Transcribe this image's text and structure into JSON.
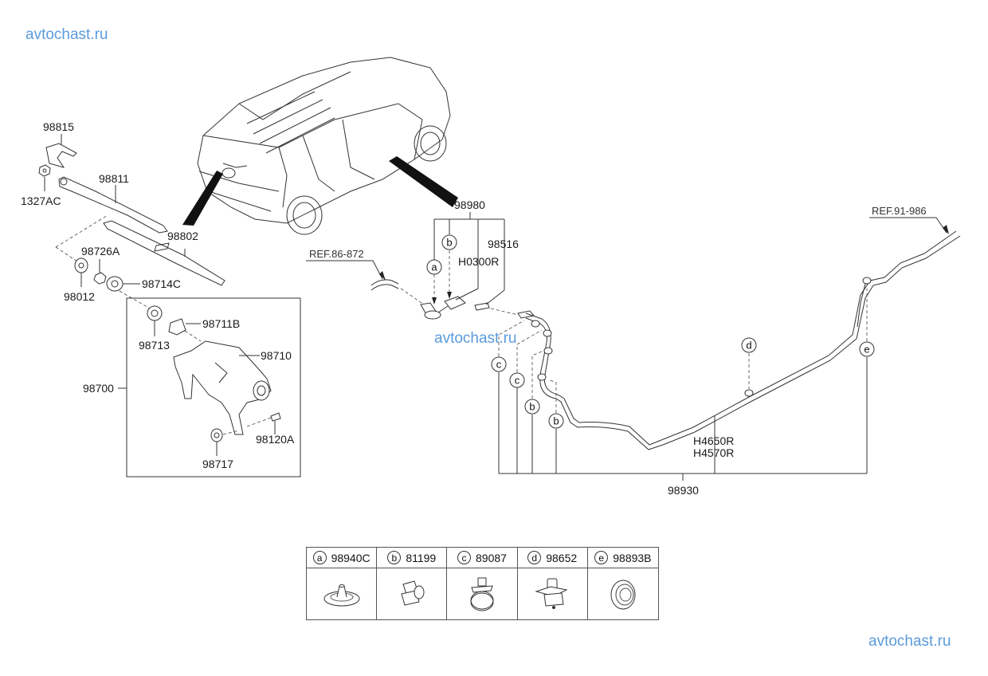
{
  "watermarks": [
    "avtochast.ru",
    "avtochast.ru",
    "avtochast.ru"
  ],
  "callouts": {
    "p98815": "98815",
    "p1327AC": "1327AC",
    "p98811": "98811",
    "p98802": "98802",
    "p98726A": "98726A",
    "p98012": "98012",
    "p98714C": "98714C",
    "p98713": "98713",
    "p98711B": "98711B",
    "p98710": "98710",
    "p98700": "98700",
    "p98120A": "98120A",
    "p98717": "98717",
    "p98980": "98980",
    "p98516": "98516",
    "pH0300R": "H0300R",
    "pH4650R": "H4650R",
    "pH4570R": "H4570R",
    "p98930": "98930"
  },
  "references": {
    "ref_front": "REF.86-872",
    "ref_rear": "REF.91-986"
  },
  "clip_markers": {
    "a": "a",
    "b": "b",
    "c": "c",
    "d": "d",
    "e": "e"
  },
  "legend_table": [
    {
      "tag": "a",
      "part": "98940C",
      "icon": "grommet-icon"
    },
    {
      "tag": "b",
      "part": "81199",
      "icon": "hose-clip-icon"
    },
    {
      "tag": "c",
      "part": "89087",
      "icon": "band-clamp-icon"
    },
    {
      "tag": "d",
      "part": "98652",
      "icon": "retainer-clip-icon"
    },
    {
      "tag": "e",
      "part": "98893B",
      "icon": "plug-grommet-icon"
    }
  ]
}
